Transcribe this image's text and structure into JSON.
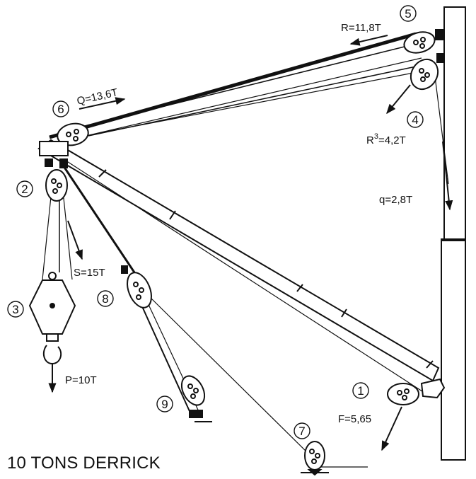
{
  "title": "10 TONS DERRICK",
  "forces": {
    "R": "R=11,8T",
    "Q": "Q=13,6T",
    "R3_base": "R",
    "R3_sup": "3",
    "R3_value": "=4,2T",
    "q": "q=2,8T",
    "S": "S=15T",
    "P": "P=10T",
    "F": "F=5,65"
  },
  "callouts": [
    "1",
    "2",
    "3",
    "4",
    "5",
    "6",
    "7",
    "8",
    "9"
  ],
  "colors": {
    "ink": "#111111",
    "background": "#ffffff"
  }
}
